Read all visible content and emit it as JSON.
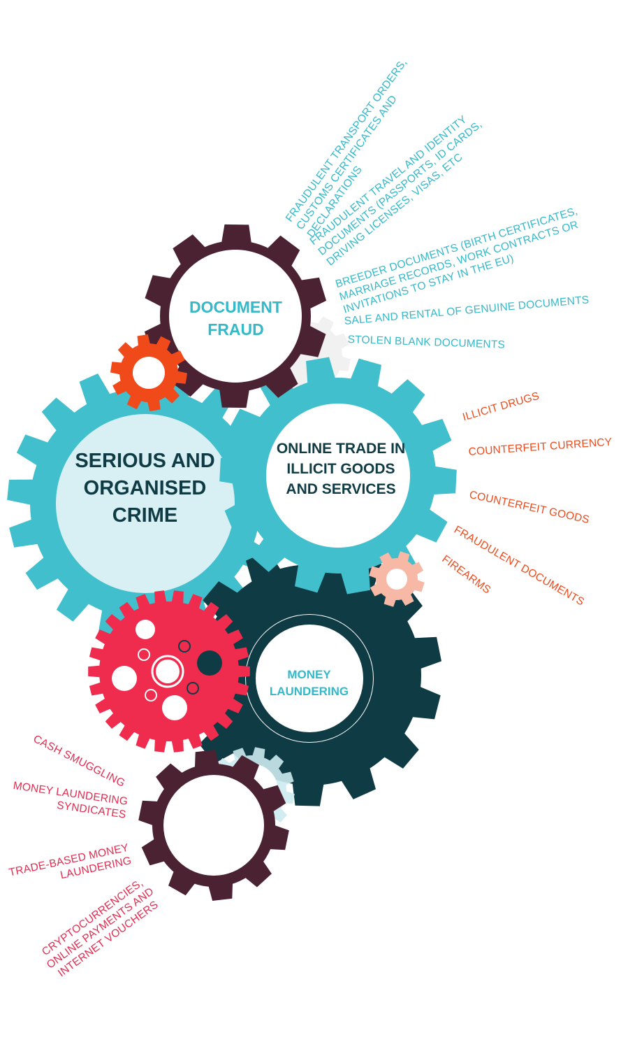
{
  "colors": {
    "teal": "#41bfcd",
    "light_teal": "#d8f0f3",
    "dark_teal": "#0f3b44",
    "maroon": "#4b2232",
    "orange": "#f04a1b",
    "red": "#ef2c4d",
    "pale_orange": "#f7b9a6",
    "text_teal": "#33b9c9",
    "text_orange": "#ef4b1c",
    "text_pink": "#e52b50",
    "text_dark": "#0f3b44"
  },
  "hubs": {
    "serious_crime": "SERIOUS AND ORGANISED CRIME",
    "document_fraud": "DOCUMENT FRAUD",
    "online_trade": "ONLINE TRADE IN ILLICIT GOODS AND SERVICES",
    "money_laundering": "MONEY LAUNDERING"
  },
  "document_fraud_items": [
    "FRAUDULENT TRANSPORT ORDERS, CUSTOMS CERTIFICATES AND DECLARATIONS",
    "FRAUDULENT TRAVEL AND IDENTITY DOCUMENTS (PASSPORTS, ID CARDS, DRIVING LICENSES, VISAS, ETC",
    "BREEDER DOCUMENTS (BIRTH CERTIFICATES, MARRIAGE RECORDS, WORK CONTRACTS OR INVITATIONS TO STAY IN THE EU)",
    "SALE AND RENTAL OF GENUINE DOCUMENTS",
    "STOLEN BLANK DOCUMENTS"
  ],
  "online_trade_items": [
    "ILLICIT DRUGS",
    "COUNTERFEIT CURRENCY",
    "COUNTERFEIT GOODS",
    "FRAUDULENT DOCUMENTS",
    "FIREARMS"
  ],
  "money_laundering_items": [
    "CASH SMUGGLING",
    "MONEY LAUNDERING SYNDICATES",
    "TRADE-BASED MONEY LAUNDERING",
    "CRYPTOCURRENCIES, ONLINE PAYMENTS AND INTERNET VOUCHERS"
  ]
}
